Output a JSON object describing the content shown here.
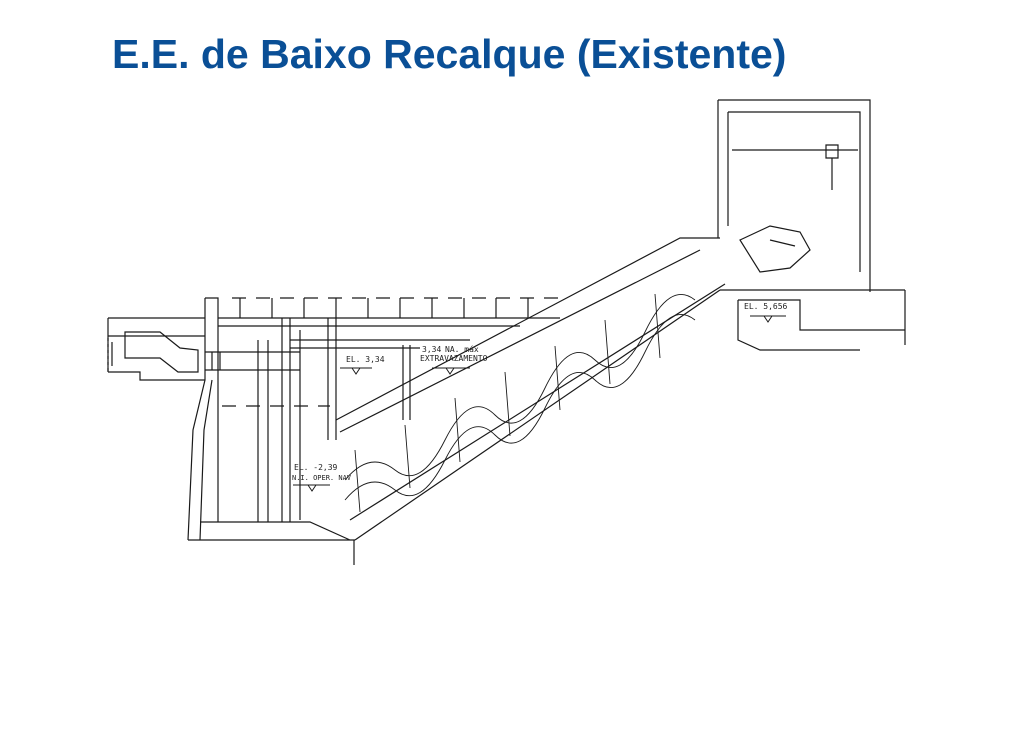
{
  "slide": {
    "title": "E.E. de Baixo Recalque (Existente)",
    "title_color": "#0a4f96"
  },
  "drawing": {
    "line_color": "#1a1a1a",
    "labels": {
      "el_upper": "EL. 3,34",
      "na_max_value": "3,34",
      "na_max": "NA. máx",
      "extravazamento": "EXTRAVAZAMENTO",
      "el_discharge": "EL. 5,656",
      "el_lower": "EL. -2,39",
      "ni_oper": "N.I. OPER. NAV"
    }
  }
}
